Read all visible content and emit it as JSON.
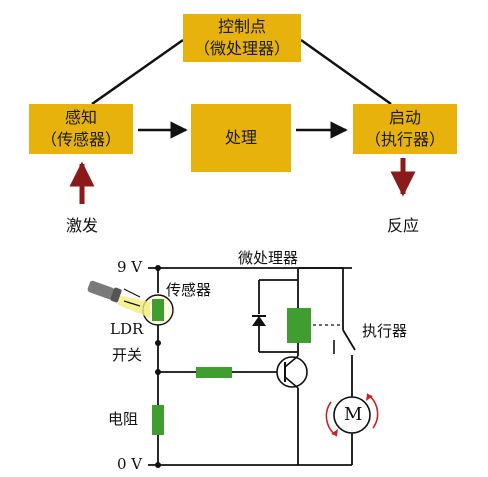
{
  "flow": {
    "control": {
      "line1": "控制点",
      "line2": "（微处理器）"
    },
    "sense": {
      "line1": "感知",
      "line2": "（传感器）"
    },
    "process": {
      "line1": "处理"
    },
    "actuate": {
      "line1": "启动",
      "line2": "（执行器）"
    },
    "stimulus": "激发",
    "response": "反应",
    "colors": {
      "box": "#e7b20c",
      "red_arrow": "#8b1a1a",
      "line": "#111111"
    }
  },
  "circuit": {
    "v_high": "9 V",
    "v_low": "0 V",
    "sensor": "传感器",
    "microprocessor": "微处理器",
    "ldr_line1": "LDR",
    "ldr_line2": "开关",
    "resistor": "电阻",
    "actuator": "执行器",
    "motor_symbol": "M",
    "colors": {
      "component": "#3f9e2f",
      "wire": "#111111",
      "motor_arrow": "#cc2222",
      "torch": "#d8d23a"
    }
  }
}
